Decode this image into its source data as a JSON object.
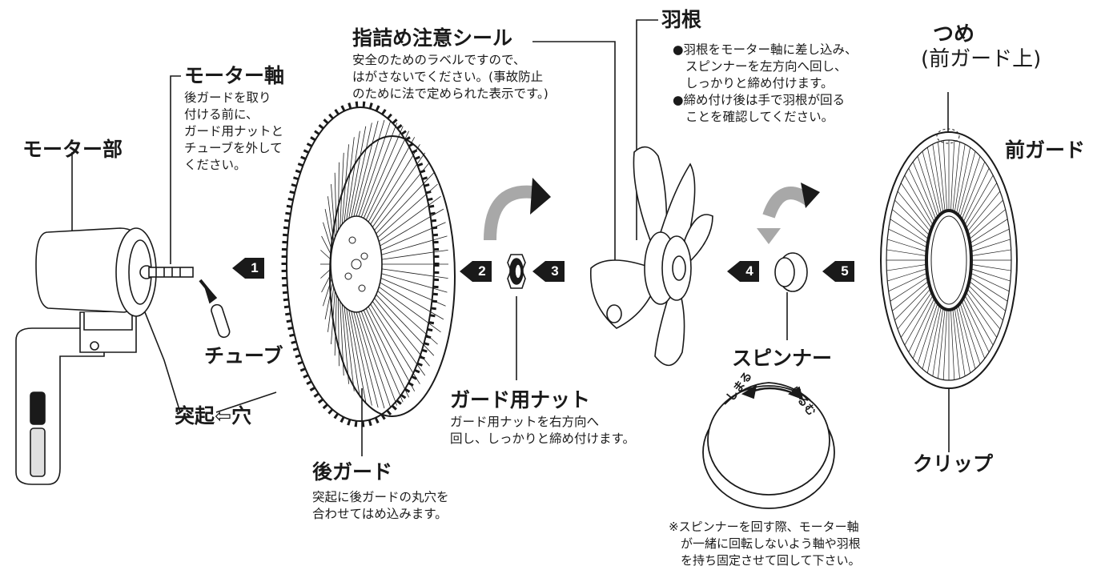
{
  "labels": {
    "motor_shaft": {
      "title": "モーター軸",
      "lines": [
        "後ガードを取り",
        "付ける前に、",
        "ガード用ナットと",
        "チューブを外して",
        "ください。"
      ]
    },
    "motor_unit": {
      "title": "モーター部"
    },
    "tube": {
      "title": "チューブ"
    },
    "protrusion_hole": {
      "left": "突起",
      "arrow": "⇦",
      "right": "穴"
    },
    "rear_guard": {
      "title": "後ガード",
      "lines": [
        "突起に後ガードの丸穴を",
        "合わせてはめ込みます。"
      ]
    },
    "finger_sticker": {
      "title": "指詰め注意シール",
      "lines": [
        "安全のためのラベルですので、",
        "はがさないでください。(事故防止",
        "のために法で定められた表示です。)"
      ]
    },
    "guard_nut": {
      "title": "ガード用ナット",
      "lines": [
        "ガード用ナットを右方向へ",
        "回し、しっかりと締め付けます。"
      ]
    },
    "blade": {
      "title": "羽根",
      "lines": [
        "●羽根をモーター軸に差し込み、",
        "スピンナーを左方向へ回し、",
        "しっかりと締め付けます。",
        "●締め付け後は手で羽根が回る",
        "ことを確認してください。"
      ]
    },
    "spinner": {
      "title": "スピンナー",
      "tighten": "しまる",
      "loosen": "ゆるむ"
    },
    "claw": {
      "title": "つめ",
      "sub": "(前ガード上)"
    },
    "front_guard": {
      "title": "前ガード"
    },
    "clip": {
      "title": "クリップ"
    },
    "note": {
      "lines": [
        "※スピンナーを回す際、モーター軸",
        "が一緒に回転しないよう軸や羽根",
        "を持ち固定させて回して下さい。"
      ]
    }
  },
  "steps": [
    "1",
    "2",
    "3",
    "4",
    "5"
  ]
}
